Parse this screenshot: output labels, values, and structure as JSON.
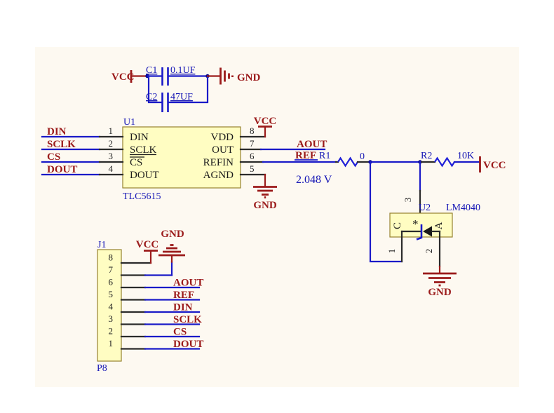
{
  "sheet": {
    "page_background": "#ffffff",
    "background": "#fdf9f1"
  },
  "colors": {
    "wire": "#1a1ac8",
    "junction_dot": "#00008c",
    "net_label": "#9b1b1b",
    "power_symbol": "#9b1b1b",
    "designator_text": "#1515b5",
    "pin_wire": "#2b2b2b",
    "pin_number": "#1e1e1e",
    "component_fill": "#fffdc2",
    "component_border": "#96822f"
  },
  "nets": {
    "vcc": "VCC",
    "gnd": "GND",
    "din": "DIN",
    "sclk": "SCLK",
    "cs": "CS",
    "dout": "DOUT",
    "aout": "AOUT",
    "ref": "REF"
  },
  "annotations": {
    "vref_voltage": "2.048 V"
  },
  "components": {
    "c1": {
      "designator": "C1",
      "value": "0.1UF"
    },
    "c2": {
      "designator": "C2",
      "value": "47UF"
    },
    "u1": {
      "designator": "U1",
      "part": "TLC5615",
      "left_pins": [
        {
          "num": "1",
          "name": "DIN",
          "net": "DIN"
        },
        {
          "num": "2",
          "name": "SCLK",
          "net": "SCLK"
        },
        {
          "num": "3",
          "name": "CS",
          "net": "CS"
        },
        {
          "num": "4",
          "name": "DOUT",
          "net": "DOUT"
        }
      ],
      "right_pins": [
        {
          "num": "8",
          "name": "VDD"
        },
        {
          "num": "7",
          "name": "OUT"
        },
        {
          "num": "6",
          "name": "REFIN"
        },
        {
          "num": "5",
          "name": "AGND"
        }
      ]
    },
    "r1": {
      "designator": "R1",
      "value": "0"
    },
    "r2": {
      "designator": "R2",
      "value": "10K"
    },
    "u2": {
      "designator": "U2",
      "part": "LM4040",
      "cathode_label": "C",
      "anode_label": "A",
      "polarity_mark": "*",
      "pin_numbers": {
        "p1": "1",
        "p2": "2",
        "p3": "3"
      }
    },
    "j1": {
      "designator": "J1",
      "part": "P8",
      "pins": [
        {
          "num": "8",
          "net": "VCC"
        },
        {
          "num": "7",
          "net": "GND"
        },
        {
          "num": "6",
          "net": "AOUT"
        },
        {
          "num": "5",
          "net": "REF"
        },
        {
          "num": "4",
          "net": "DIN"
        },
        {
          "num": "3",
          "net": "SCLK"
        },
        {
          "num": "2",
          "net": "CS"
        },
        {
          "num": "1",
          "net": "DOUT"
        }
      ]
    }
  }
}
